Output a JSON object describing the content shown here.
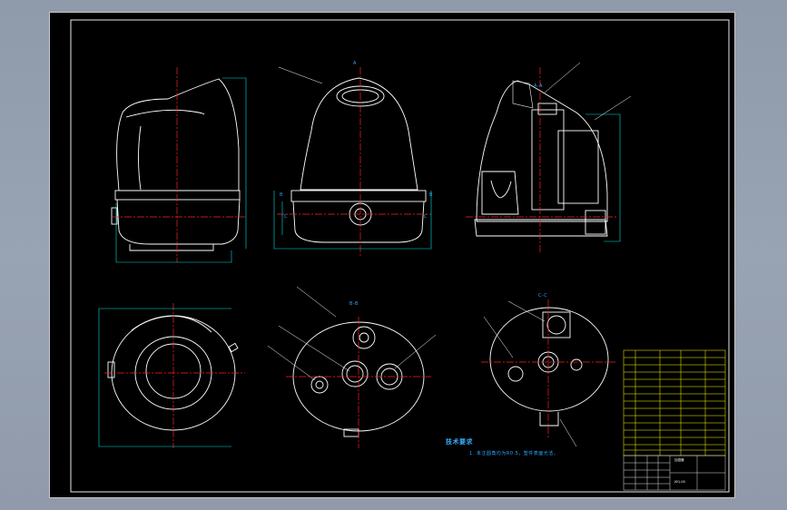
{
  "section_labels": {
    "top_front": "A",
    "section_aa": "A-A",
    "section_bb": "B-B",
    "section_cc": "C-C"
  },
  "dimension_labels": {
    "front_left": "B",
    "front_right": "B",
    "front_lower_left": "C",
    "front_lower_right": "C"
  },
  "tech_requirements": {
    "title": "技术要求",
    "line1": "1. 未注圆角均为R0.5，塑件表面光洁。"
  },
  "title_block": {
    "drawing_name": "加湿器",
    "drawing_no": "JSQ-00"
  },
  "colors": {
    "outline": "#ffffff",
    "center_line": "#ff2020",
    "dimension": "#00e0e0",
    "leader": "#ffffff",
    "annotation": "#2aa8ff",
    "table": "#ffff00"
  }
}
